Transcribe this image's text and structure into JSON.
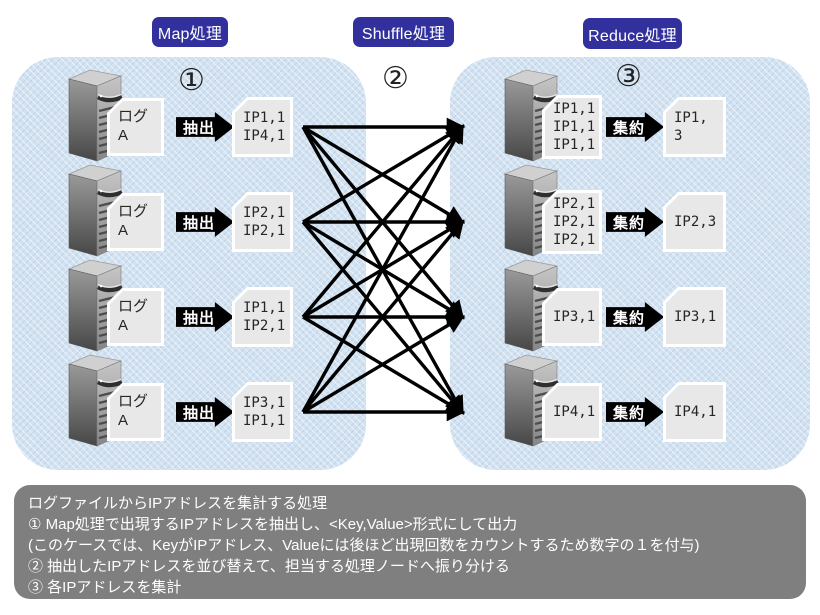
{
  "headers": {
    "map": "Map処理",
    "shuffle": "Shuffle処理",
    "reduce": "Reduce処理"
  },
  "steps": [
    "①",
    "②",
    "③"
  ],
  "map_nodes": [
    {
      "source": "ログ\nA",
      "action": "抽出",
      "output": "IP1,1\nIP4,1"
    },
    {
      "source": "ログ\nA",
      "action": "抽出",
      "output": "IP2,1\nIP2,1"
    },
    {
      "source": "ログ\nA",
      "action": "抽出",
      "output": "IP1,1\nIP2,1"
    },
    {
      "source": "ログ\nA",
      "action": "抽出",
      "output": "IP3,1\nIP1,1"
    }
  ],
  "reduce_nodes": [
    {
      "input": "IP1,1\nIP1,1\nIP1,1",
      "action": "集約",
      "output": "IP1, 3"
    },
    {
      "input": "IP2,1\nIP2,1\nIP2,1",
      "action": "集約",
      "output": "IP2,3"
    },
    {
      "input": "IP3,1",
      "action": "集約",
      "output": "IP3,1"
    },
    {
      "input": "IP4,1",
      "action": "集約",
      "output": "IP4,1"
    }
  ],
  "note": {
    "lines": [
      "ログファイルからIPアドレスを集計する処理",
      "① Map処理で出現するIPアドレスを抽出し、<Key,Value>形式にして出力",
      "(このケースでは、KeyがIPアドレス、Valueには後ほど出現回数をカウントするため数字の１を付与)",
      "② 抽出したIPアドレスを並び替えて、担当する処理ノードへ振り分ける",
      "③ 各IPアドレスを集計"
    ]
  },
  "colors": {
    "header_bg": "#32309d",
    "panel_bg": "#d3e2f1",
    "card_bg": "#e8e8e8",
    "note_bg": "#7f7f7f",
    "arrow_black": "#000000",
    "text_dark": "#262626"
  }
}
